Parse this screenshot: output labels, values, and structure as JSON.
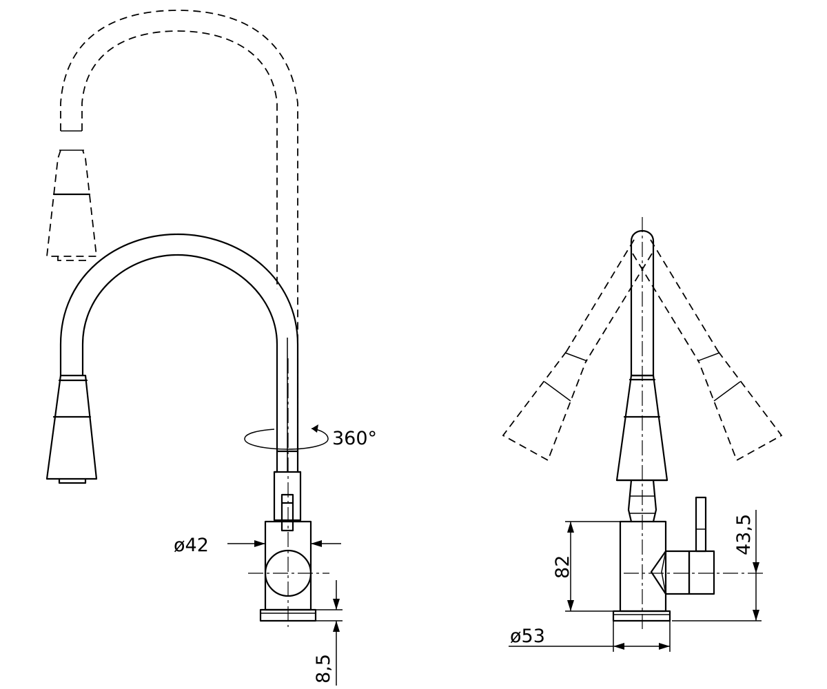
{
  "drawing": {
    "dimensions": {
      "rotation_label": "360°",
      "spout_diameter": "ø42",
      "base_thickness": "8,5",
      "body_height": "82",
      "lever_axis_height": "43,5",
      "base_diameter": "ø53"
    }
  }
}
